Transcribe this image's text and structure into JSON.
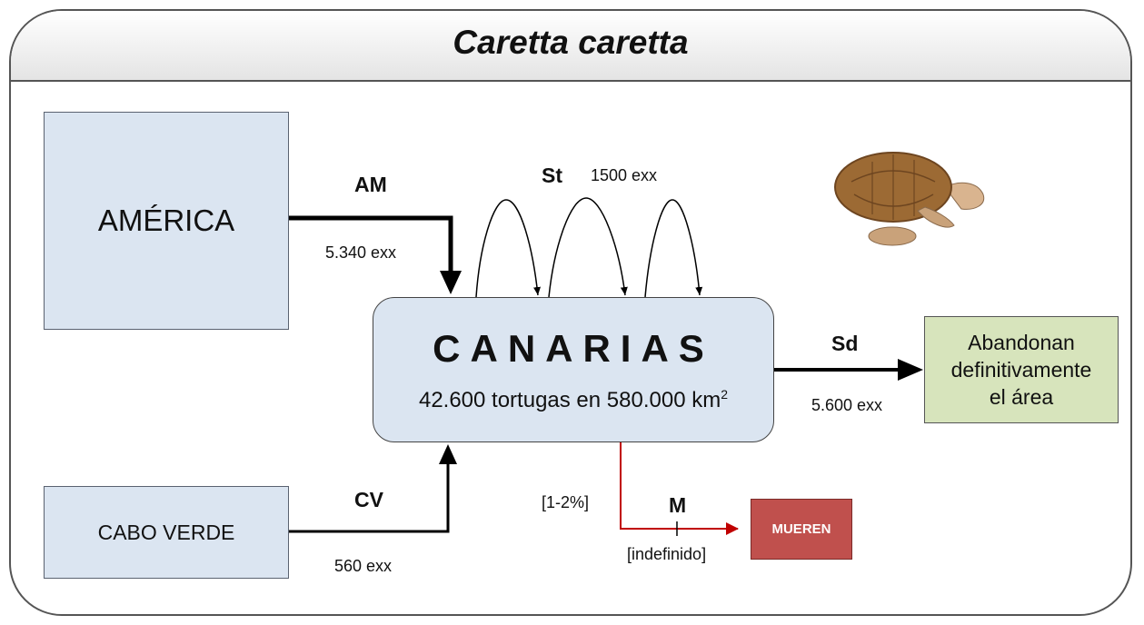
{
  "title": "Caretta caretta",
  "nodes": {
    "america": "AMÉRICA",
    "cabo_verde": "CABO VERDE",
    "canarias": {
      "name": "CANARIAS",
      "summary_pre": "42.600 tortugas en 580.000 km",
      "summary_sup": "2"
    },
    "abandon": [
      "Abandonan",
      "definitivamente",
      "el área"
    ],
    "mueren": "MUEREN"
  },
  "flows": {
    "am": {
      "code": "AM",
      "value": "5.340 exx"
    },
    "st": {
      "code": "St",
      "value": "1500 exx"
    },
    "sd": {
      "code": "Sd",
      "value": "5.600 exx"
    },
    "cv": {
      "code": "CV",
      "value": "560 exx"
    },
    "m": {
      "code": "M",
      "rate": "[1-2%]",
      "value": "[indefinido]"
    }
  },
  "colors": {
    "source_fill": "#dbe5f1",
    "exit_fill": "#d7e4bc",
    "death_fill": "#c0504d",
    "death_arrow": "#c00000"
  },
  "icons": {
    "turtle": "turtle-icon"
  }
}
